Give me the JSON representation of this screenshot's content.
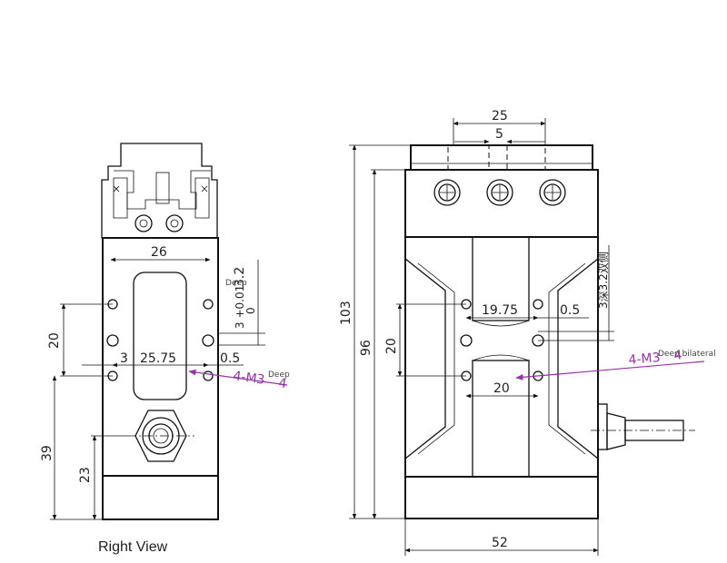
{
  "caption": "Right View",
  "right_view": {
    "dim_width_top": "26",
    "dim_hole_span": "25.75",
    "dim_offset_left": "3",
    "dim_offset_right": "0.5",
    "dim_vertical_20": "20",
    "dim_vertical_39": "39",
    "dim_vertical_23": "23",
    "dim_depth": "3.2",
    "dim_tol": "3 +0.01",
    "dim_tol_zero": "0",
    "thread_callout": "4-M3",
    "thread_depth": "4",
    "deep_label_a": "Deep",
    "deep_label_b": "Deep"
  },
  "front_view": {
    "dim_top_25": "25",
    "dim_top_5": "5",
    "dim_height_103": "103",
    "dim_height_96": "96",
    "dim_vertical_20": "20",
    "dim_hole_span": "19.75",
    "dim_offset": "0.5",
    "dim_lower_20": "20",
    "dim_width_52": "52",
    "thread_callout": "4-M3",
    "thread_depth": "4",
    "deep_bilateral": "Deep bilateral",
    "depth_note": "3深3.2双侧"
  },
  "colors": {
    "line": "#111111",
    "callout": "#9b2fae"
  }
}
